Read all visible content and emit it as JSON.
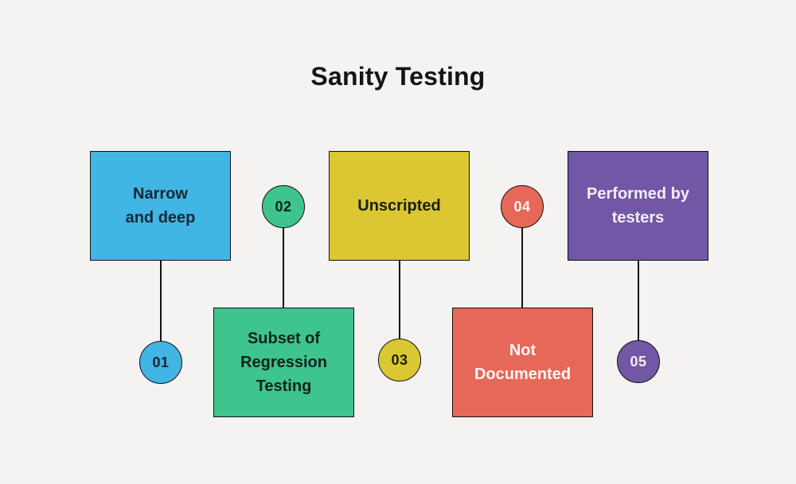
{
  "title": "Sanity Testing",
  "canvas": {
    "background": "#f4f3f1",
    "line_color": "#111111",
    "border_color": "#111111"
  },
  "nodes": [
    {
      "number": "01",
      "label": "Narrow\nand deep",
      "fill": "#41b5e4",
      "label_color": "#1a2733",
      "number_color": "#1a2733"
    },
    {
      "number": "02",
      "label": "Subset of\nRegression\nTesting",
      "fill": "#3ec48d",
      "label_color": "#14211c",
      "number_color": "#14211c"
    },
    {
      "number": "03",
      "label": "Unscripted",
      "fill": "#dbc731",
      "label_color": "#1c1d12",
      "number_color": "#1c1d12"
    },
    {
      "number": "04",
      "label": "Not\nDocumented",
      "fill": "#e76858",
      "label_color": "#fdf6f4",
      "number_color": "#fdf6f4"
    },
    {
      "number": "05",
      "label": "Performed by\ntesters",
      "fill": "#7157a5",
      "label_color": "#f3eef7",
      "number_color": "#f3eef7"
    }
  ]
}
